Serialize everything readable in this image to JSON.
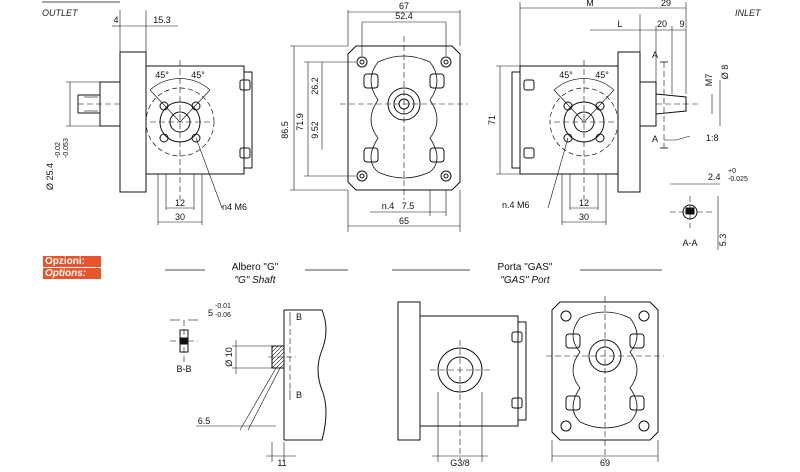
{
  "header": {
    "outlet_label": "OUTLET",
    "inlet_label": "INLET"
  },
  "options": {
    "it": "Opzioni:",
    "en": "Options:"
  },
  "sections": {
    "shaft_title_it": "Albero \"G\"",
    "shaft_title_en": "\"G\" Shaft",
    "port_title_it": "Porta \"GAS\"",
    "port_title_en": "\"GAS\" Port"
  },
  "dimensions": {
    "v1": {
      "top_4": "4",
      "top_15_3": "15.3",
      "angle_l": "45°",
      "angle_r": "45°",
      "shaft_dia": "Ø 25.4",
      "tol_up": "-0.02",
      "tol_dn": "-0.053",
      "bot_12": "12",
      "bot_30": "30",
      "threads": "n4 M6"
    },
    "v2": {
      "top_67": "67",
      "top_52_4": "52.4",
      "d_86_5": "86.5",
      "d_71_9": "71.9",
      "d_26_2": "26.2",
      "d_9_52": "9.52",
      "bot_n4": "n.4",
      "bot_7_5": "7.5",
      "bot_65": "65"
    },
    "v3": {
      "top_M": "M",
      "top_29": "29",
      "top_L": "L",
      "top_20": "20",
      "top_9": "9",
      "angle_l": "45°",
      "angle_r": "45°",
      "d_71": "71",
      "m7": "M7",
      "d8": "Ø 8",
      "sec_a": "A",
      "taper": "1:8",
      "threads": "n.4 M6",
      "bot_12": "12",
      "bot_30": "30",
      "key_2_4": "2.4",
      "key_tol_up": "+0",
      "key_tol_dn": "-0.025",
      "key_5_3": "5.3",
      "section_aa": "A-A"
    },
    "shaft": {
      "key_5": "5",
      "tol_up": "-0.01",
      "tol_dn": "-0.06",
      "section_bb": "B-B",
      "sec_b": "B",
      "d10": "Ø 10",
      "d6_5": "6.5",
      "d11": "11"
    },
    "port": {
      "g38": "G3/8",
      "d69": "69"
    }
  }
}
